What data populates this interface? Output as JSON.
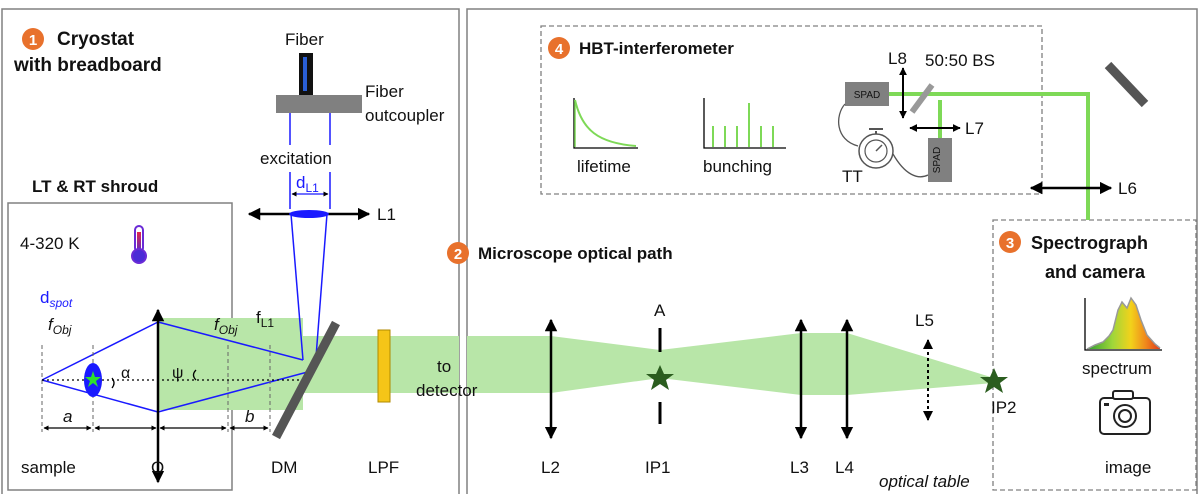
{
  "colors": {
    "beam_green": "#b8e6a8",
    "line_green": "#7ed957",
    "ray_blue": "#1a1aff",
    "badge_orange": "#e8712c",
    "filter_yellow": "#f5c518",
    "grey_component": "#7f7f7f",
    "star_green": "#2b5d1f",
    "frame_grey": "#808080"
  },
  "sections": {
    "cryostat": {
      "num": "1",
      "title_line1": "Cryostat",
      "title_line2": "with breadboard"
    },
    "microscope": {
      "num": "2",
      "title": "Microscope optical path"
    },
    "spectrograph": {
      "num": "3",
      "title_line1": "Spectrograph",
      "title_line2": "and camera"
    },
    "hbt": {
      "num": "4",
      "title": "HBT-interferometer"
    }
  },
  "labels": {
    "fiber": "Fiber",
    "fiber_outcoupler_1": "Fiber",
    "fiber_outcoupler_2": "outcoupler",
    "excitation": "excitation",
    "d_l1_main": "d",
    "d_l1_sub": "L1",
    "shroud": "LT & RT shroud",
    "temperature": "4-320 K",
    "d_spot_main": "d",
    "d_spot_sub": "spot",
    "f_obj_left_main": "f",
    "f_obj_left_sub": "Obj",
    "f_obj_right_main": "f",
    "f_obj_right_sub": "Obj",
    "f_l1_main": "f",
    "f_l1_sub": "L1",
    "alpha": "α",
    "psi": "ψ",
    "a": "a",
    "b": "b",
    "sample": "sample",
    "objective": "O",
    "dm": "DM",
    "lpf": "LPF",
    "to_detector_1": "to",
    "to_detector_2": "detector",
    "L1": "L1",
    "L2": "L2",
    "L3": "L3",
    "L4": "L4",
    "L5": "L5",
    "L6": "L6",
    "L7": "L7",
    "L8": "L8",
    "aperture": "A",
    "ip1": "IP1",
    "ip2": "IP2",
    "optical_table": "optical table",
    "bs": "50:50 BS",
    "spad_1": "SPAD",
    "spad_2": "SPAD",
    "tt": "TT",
    "lifetime": "lifetime",
    "bunching": "bunching",
    "spectrum": "spectrum",
    "image": "image"
  }
}
